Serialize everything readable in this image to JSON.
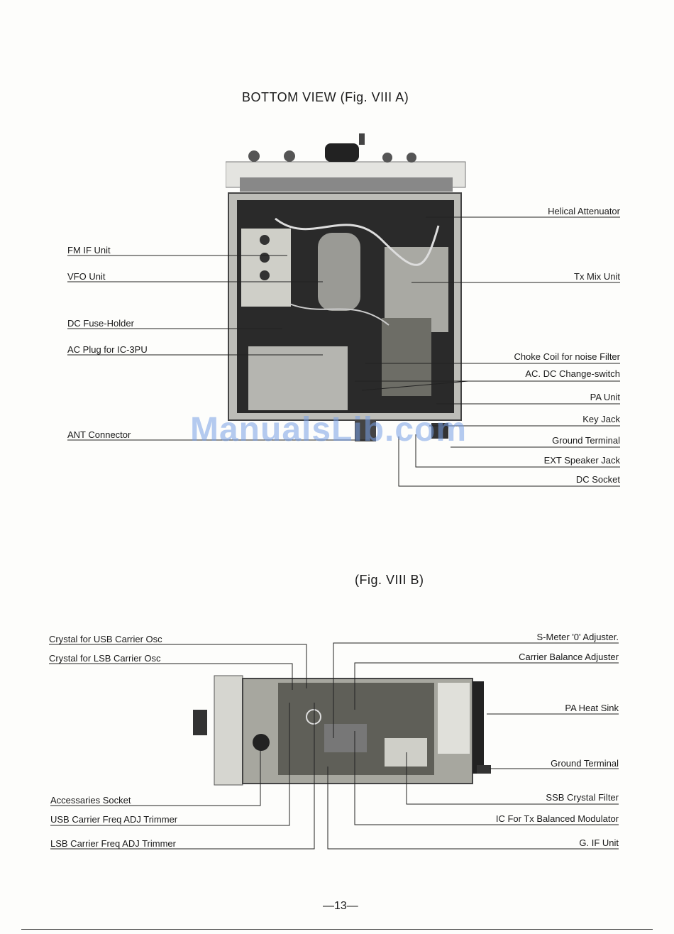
{
  "fig_a": {
    "title": "BOTTOM VIEW (Fig. VIII A)",
    "left_labels": [
      "FM IF Unit",
      "VFO Unit",
      "DC Fuse-Holder",
      "AC Plug for IC-3PU",
      "ANT Connector"
    ],
    "right_labels": [
      "Helical Attenuator",
      "Tx Mix Unit",
      "Choke Coil for noise Filter",
      "AC. DC Change-switch",
      "PA Unit",
      "Key Jack",
      "Ground Terminal",
      "EXT Speaker Jack",
      "DC Socket"
    ]
  },
  "fig_b": {
    "title": "(Fig. VIII B)",
    "left_labels": [
      "Crystal for USB Carrier Osc",
      "Crystal for LSB Carrier Osc",
      "Accessaries Socket",
      "USB Carrier Freq ADJ Trimmer",
      "LSB Carrier Freq ADJ Trimmer"
    ],
    "right_labels": [
      "S-Meter '0' Adjuster.",
      "Carrier Balance Adjuster",
      "PA Heat Sink",
      "Ground Terminal",
      "SSB Crystal Filter",
      "IC For Tx Balanced Modulator",
      "G. IF Unit"
    ]
  },
  "watermark": "ManualsLib.com",
  "page_number": "—13—"
}
